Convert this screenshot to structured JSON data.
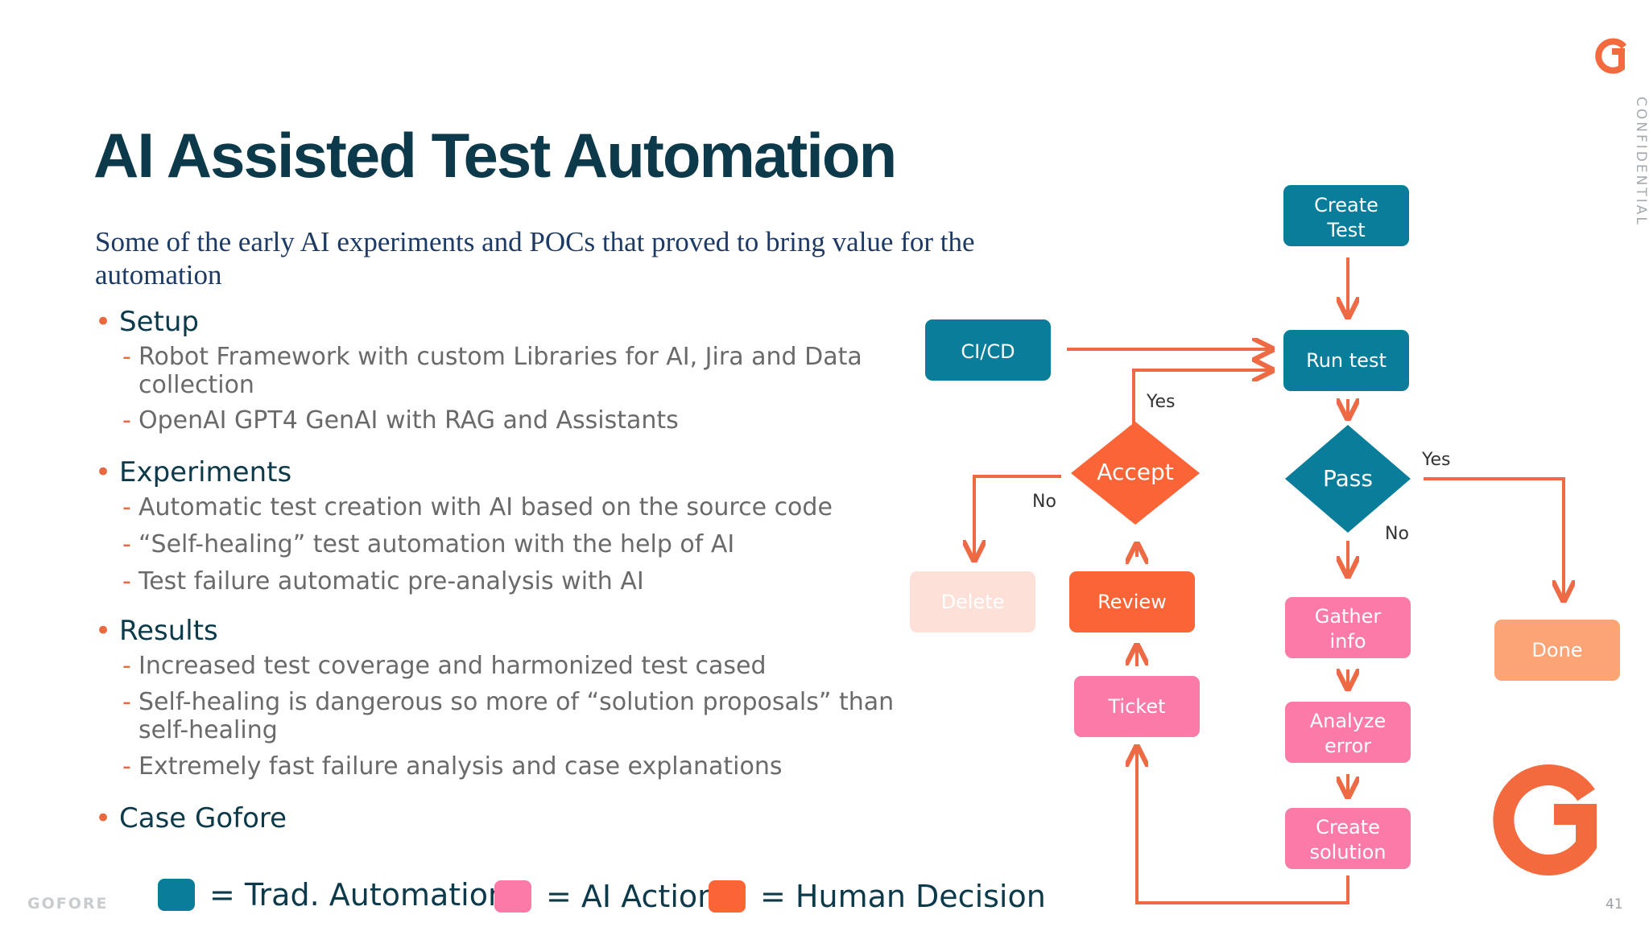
{
  "title": "AI Assisted Test Automation",
  "subtitle": "Some of the early AI experiments and POCs that proved to bring value for the automation",
  "sections": [
    {
      "heading": "Setup",
      "items": [
        "Robot Framework with custom Libraries for AI, Jira and Data collection",
        "OpenAI GPT4 GenAI with RAG and Assistants"
      ]
    },
    {
      "heading": "Experiments",
      "items": [
        "Automatic test creation with AI based on the source code",
        "“Self-healing” test automation with the help of AI",
        "Test failure automatic pre-analysis with AI"
      ]
    },
    {
      "heading": "Results",
      "items": [
        "Increased test coverage and harmonized test cased",
        "Self-healing is dangerous so more of “solution proposals” than self-healing",
        "Extremely fast failure analysis and case explanations"
      ]
    },
    {
      "heading": "Case Gofore",
      "items": []
    }
  ],
  "legend": {
    "trad_automation": "= Trad. Automation",
    "ai_action": "= AI Action",
    "human_decision": "= Human Decision"
  },
  "colors": {
    "trad_automation": "#0a7d9a",
    "ai_action": "#fb7aa8",
    "human_decision": "#fb6436",
    "done": "#fda477",
    "delete": "#fde0d8",
    "arrow": "#ed6a45",
    "title": "#0d3a4a",
    "brand": "#f26a3d"
  },
  "flow": {
    "create_test": "Create Test",
    "ci_cd": "CI/CD",
    "run_test": "Run test",
    "accept": "Accept",
    "pass": "Pass",
    "delete": "Delete",
    "review": "Review",
    "gather_info": "Gather info",
    "done": "Done",
    "ticket": "Ticket",
    "analyze_error": "Analyze error",
    "create_solution": "Create solution",
    "label_yes_accept": "Yes",
    "label_no_accept": "No",
    "label_yes_pass": "Yes",
    "label_no_pass": "No"
  },
  "footer": {
    "brand": "GOFORE",
    "page_number": "41",
    "confidential": "CONFIDENTIAL"
  }
}
